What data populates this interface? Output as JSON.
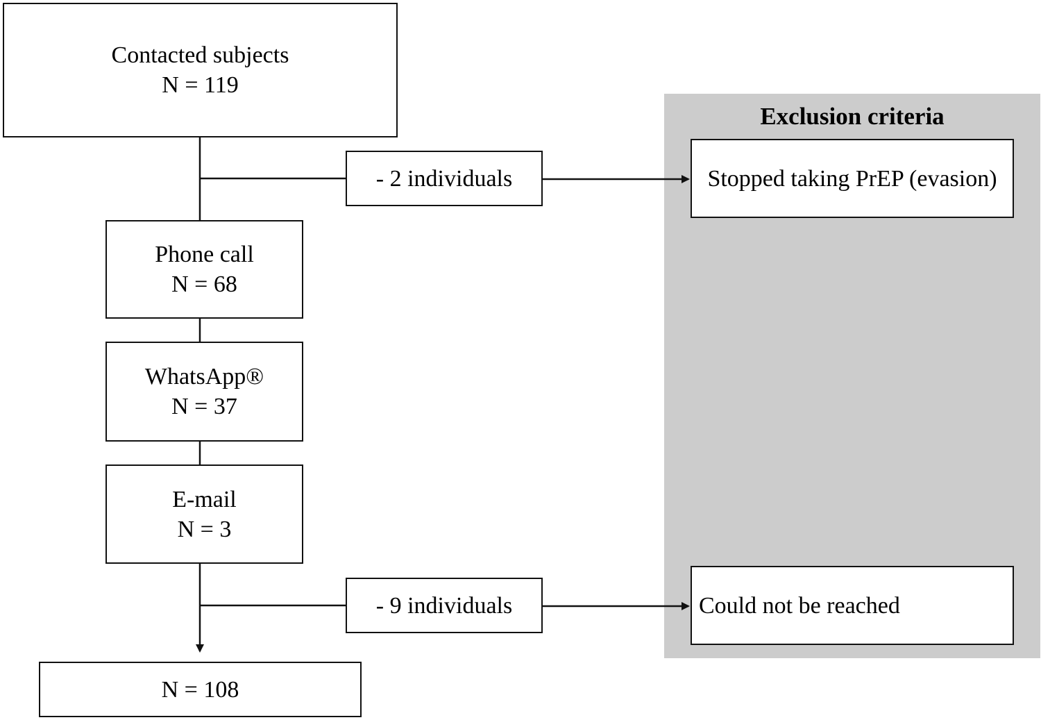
{
  "diagram": {
    "type": "flowchart",
    "nodes": {
      "contacted": {
        "label": "Contacted subjects",
        "count": "N = 119"
      },
      "phone": {
        "label": "Phone call",
        "count": "N = 68"
      },
      "whatsapp": {
        "label": "WhatsApp®",
        "count": "N = 37"
      },
      "email": {
        "label": "E-mail",
        "count": "N = 3"
      },
      "final": {
        "count": "N = 108"
      }
    },
    "removals": [
      {
        "label": "- 2 individuals",
        "reason": "Stopped taking PrEP (evasion)"
      },
      {
        "label": "- 9 individuals",
        "reason": "Could not be reached"
      }
    ],
    "exclusion_panel": {
      "title": "Exclusion criteria",
      "background": "#cccccc"
    }
  }
}
